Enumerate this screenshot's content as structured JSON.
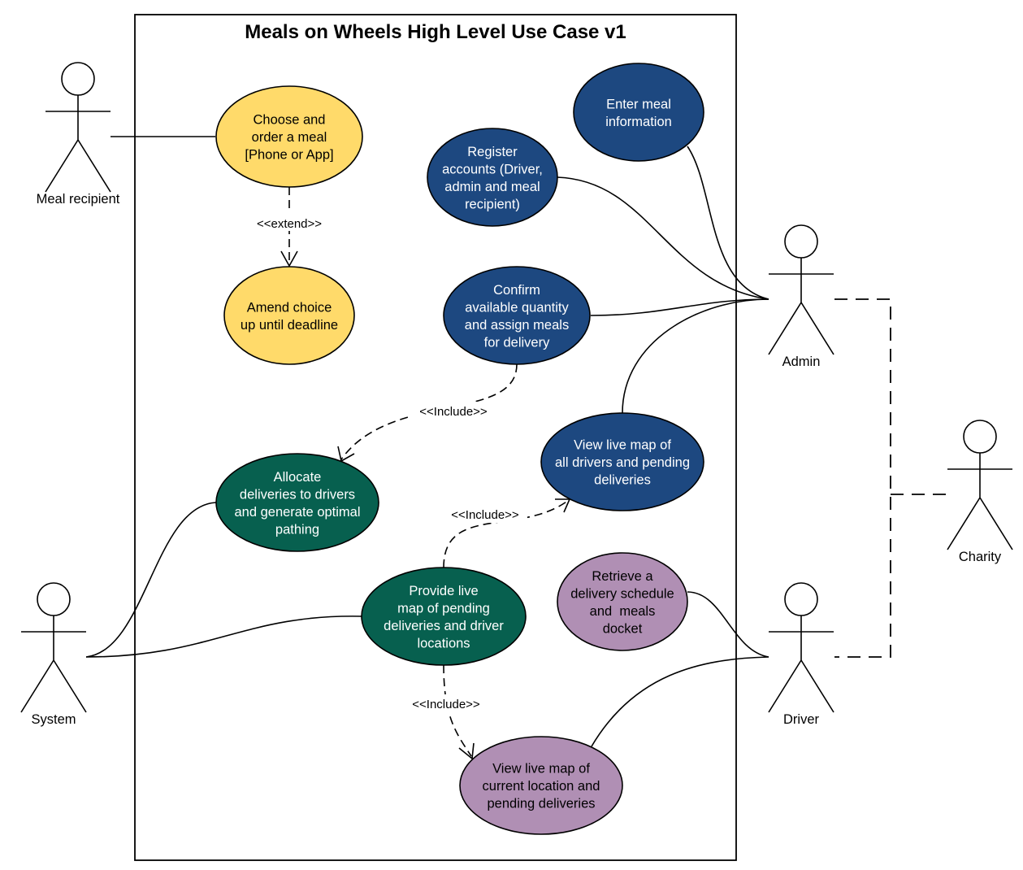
{
  "title": "Meals on Wheels High Level Use Case v1",
  "colors": {
    "yellow": "#ffda6a",
    "blue": "#1d4880",
    "green": "#07604f",
    "purple": "#b08fb4",
    "white_text": "#ffffff",
    "black_text": "#000000"
  },
  "actors": {
    "meal_recipient": "Meal recipient",
    "admin": "Admin",
    "charity": "Charity",
    "system": "System",
    "driver": "Driver"
  },
  "use_cases": {
    "choose_order": {
      "lines": [
        "Choose and",
        "order a meal",
        "[Phone or App]"
      ],
      "color": "yellow"
    },
    "amend_choice": {
      "lines": [
        "Amend choice",
        "up until deadline"
      ],
      "color": "yellow"
    },
    "register_accounts": {
      "lines": [
        "Register",
        "accounts (Driver,",
        "admin and meal",
        "recipient)"
      ],
      "color": "blue"
    },
    "enter_meal": {
      "lines": [
        "Enter meal",
        "information"
      ],
      "color": "blue"
    },
    "confirm_quantity": {
      "lines": [
        "Confirm",
        "available quantity",
        "and assign meals",
        "for delivery"
      ],
      "color": "blue"
    },
    "view_live_all": {
      "lines": [
        "View live map of",
        "all drivers and pending",
        "deliveries"
      ],
      "color": "blue"
    },
    "allocate": {
      "lines": [
        "Allocate",
        "deliveries to drivers",
        "and generate optimal",
        "pathing"
      ],
      "color": "green"
    },
    "provide_live": {
      "lines": [
        "Provide live",
        "map of pending",
        "deliveries and driver",
        "locations"
      ],
      "color": "green"
    },
    "retrieve_schedule": {
      "lines": [
        "Retrieve a",
        "delivery schedule",
        "and  meals",
        "docket"
      ],
      "color": "purple"
    },
    "view_live_current": {
      "lines": [
        "View live map of",
        "current location and",
        "pending deliveries"
      ],
      "color": "purple"
    }
  },
  "relationships": {
    "extend": "<<extend>>",
    "include_1": "<<Include>>",
    "include_2": "<<Include>>",
    "include_3": "<<Include>>"
  }
}
